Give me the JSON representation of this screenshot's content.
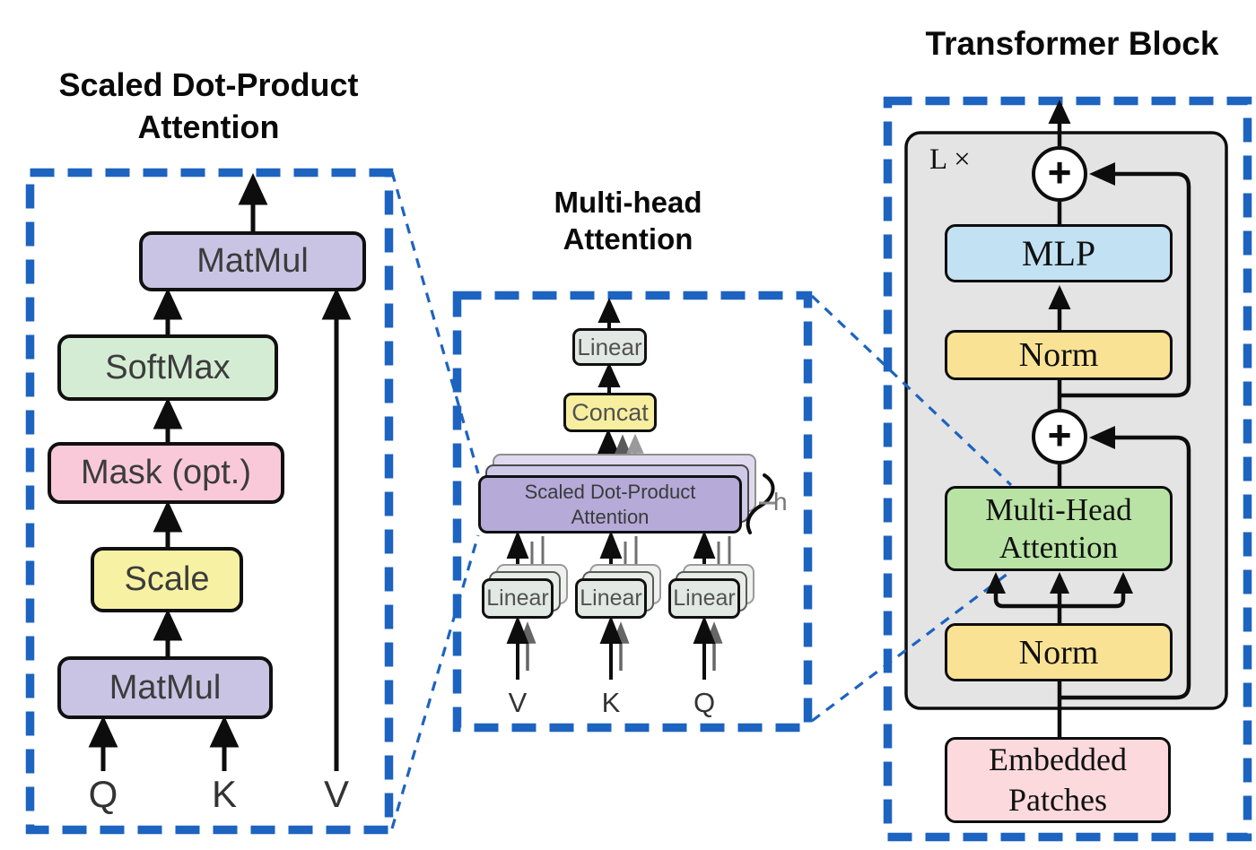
{
  "figure": {
    "left_panel": {
      "title_line1": "Scaled Dot-Product",
      "title_line2": "Attention",
      "matmul_top": "MatMul",
      "softmax": "SoftMax",
      "mask": "Mask (opt.)",
      "scale": "Scale",
      "matmul_bottom": "MatMul",
      "input_q": "Q",
      "input_k": "K",
      "input_v": "V"
    },
    "middle_panel": {
      "title_line1": "Multi-head",
      "title_line2": "Attention",
      "linear_out": "Linear",
      "concat": "Concat",
      "sdpa_line1": "Scaled Dot-Product",
      "sdpa_line2": "Attention",
      "heads_label": "h",
      "linear_v": "Linear",
      "linear_k": "Linear",
      "linear_q": "Linear",
      "input_v": "V",
      "input_k": "K",
      "input_q": "Q"
    },
    "right_panel": {
      "title": "Transformer Block",
      "loop_label": "L ×",
      "plus_top": "+",
      "plus_bottom": "+",
      "mlp": "MLP",
      "norm_top": "Norm",
      "mha_line1": "Multi-Head",
      "mha_line2": "Attention",
      "norm_bottom": "Norm",
      "embedded_line1": "Embedded",
      "embedded_line2": "Patches"
    },
    "colors": {
      "dashed_blue": "#1d63c0",
      "matmul_purple": "#c9c4e3",
      "sdpa_purple": "#b5aad8",
      "softmax_green": "#d5ecd4",
      "mask_pink": "#f9c9da",
      "scale_yellow": "#f7f2a3",
      "concat_yellow": "#f7ef9f",
      "linear_gray": "#e2e8e4",
      "mlp_blue": "#c2e1f2",
      "norm_yellow": "#fae294",
      "mha_green": "#b9e3a4",
      "patches_pink": "#fbd9dc",
      "container_gray": "#e4e4e4"
    }
  }
}
